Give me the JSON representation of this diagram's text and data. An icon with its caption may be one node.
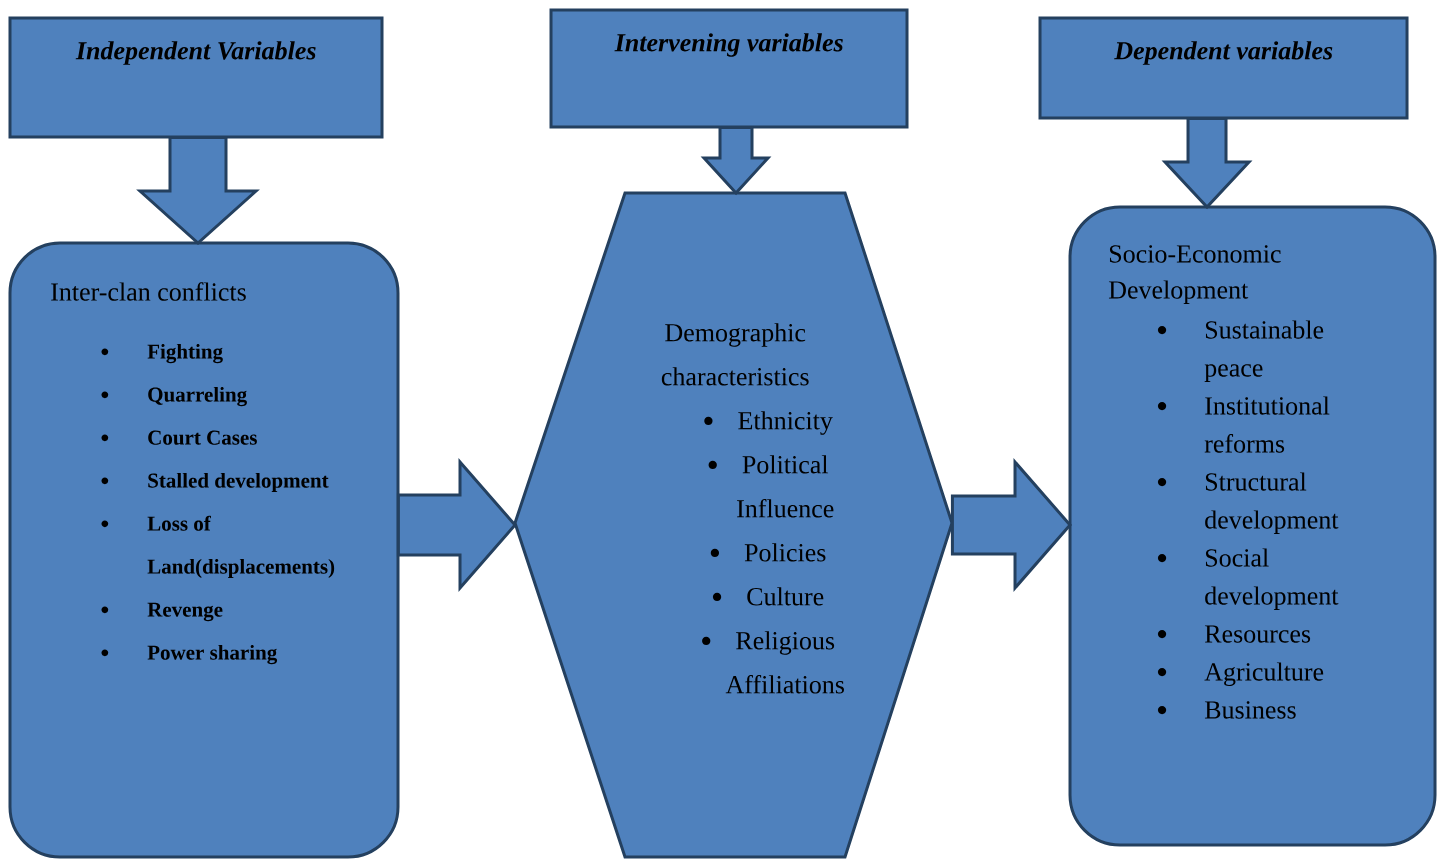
{
  "diagram": {
    "nodes": [
      {
        "text": [
          "Independent Variables"
        ]
      },
      {
        "text": [
          "Inter-clan conflicts",
          "Fighting",
          "Quarreling",
          "Court Cases",
          "Stalled development",
          "Loss of Land(displacements)",
          "Revenge",
          "Power sharing"
        ]
      },
      {
        "text": [
          "Intervening variables"
        ]
      },
      {
        "text": [
          "Demographic characteristics",
          "Ethnicity",
          "Political Influence",
          "Policies",
          "Culture",
          "Religious Affiliations"
        ]
      },
      {
        "text": [
          "Dependent variables"
        ]
      },
      {
        "text": [
          "Socio-Economic Development",
          "Sustainable peace",
          "Institutional reforms",
          "Structural development",
          "Social development",
          "Resources",
          "Agriculture",
          "Business"
        ]
      }
    ],
    "edges": [
      {
        "from": 0,
        "to": 1,
        "arrow": "to"
      },
      {
        "from": 2,
        "to": 3,
        "arrow": "to"
      },
      {
        "from": 4,
        "to": 5,
        "arrow": "to"
      },
      {
        "from": 1,
        "to": 3,
        "arrow": "to"
      },
      {
        "from": 3,
        "to": 5,
        "arrow": "to"
      }
    ]
  }
}
